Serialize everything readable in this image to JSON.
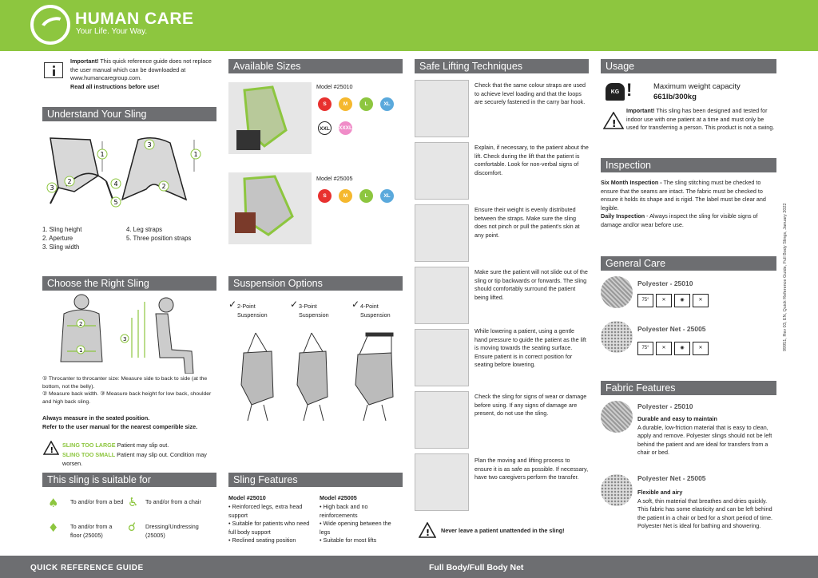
{
  "brand": {
    "name": "HUMAN CARE",
    "tagline": "Your Life. Your Way.",
    "color": "#8dc63f"
  },
  "important": {
    "lead": "Important!",
    "text": " This quick reference guide does not replace the user manual which can be downloaded at www.humancaregroup.com.",
    "bold": "Read all instructions before use!"
  },
  "sections": {
    "understand": "Understand Your Sling",
    "choose": "Choose the Right Sling",
    "suitable": "This sling is suitable for",
    "sizes": "Available Sizes",
    "suspension": "Suspension Options",
    "features": "Sling Features",
    "safe": "Safe Lifting Techniques",
    "usage": "Usage",
    "inspection": "Inspection",
    "general": "General Care",
    "fabric": "Fabric Features"
  },
  "understand": {
    "list_left": [
      "1. Sling height",
      "2. Aperture",
      "3. Sling width"
    ],
    "list_right": [
      "4. Leg straps",
      "5. Three position straps"
    ]
  },
  "choose": {
    "note1": "① Throcanter to throcanter size: Measure side to back to side (at the bottom, not the belly).",
    "note2": "② Measure back width. ③ Measure back height for low back, shoulder and high back sling.",
    "bold1": "Always measure in the seated position.",
    "bold2": "Refer to the user manual for the nearest comperible size.",
    "large_label": "SLING TOO LARGE",
    "large_text": "Patient may slip out.",
    "small_label": "SLING TOO SMALL",
    "small_text": "Patient may slip out. Condition may worsen."
  },
  "suitable": {
    "items": [
      "To and/or from a bed",
      "To and/or from a chair",
      "To and/or from a floor (25005)",
      "Dressing/Undressing (25005)"
    ]
  },
  "sizes": {
    "model1": "Model #25010",
    "model2": "Model #25005",
    "s": "S",
    "m": "M",
    "l": "L",
    "xl": "XL",
    "xxl": "XXL",
    "xxxl": "XXXL",
    "colors": {
      "s": "#e8312f",
      "m": "#f5b82e",
      "l": "#8dc63f",
      "xl": "#5aa9dc",
      "xxxl": "#f08cc8"
    }
  },
  "suspension": {
    "opt1": "2-Point Suspension",
    "opt2": "3-Point Suspension",
    "opt3": "4-Point Suspension"
  },
  "features": {
    "model1": "Model #25010",
    "m1": [
      "Reinforced legs, extra head support",
      "Suitable for patients who need full body support",
      "Reclined seating position"
    ],
    "model2": "Model #25005",
    "m2": [
      "High back and no reinforcements",
      "Wide opening between the legs",
      "Suitable for most lifts"
    ]
  },
  "safe": {
    "steps": [
      "Check that the same colour straps are used to achieve level loading and that the loops are securely fastened in the carry bar hook.",
      "Explain, if necessary, to the patient about the lift. Check during the lift that the patient is comfortable. Look for non-verbal signs of discomfort.",
      "Ensure their weight is evenly distributed between the straps. Make sure the sling does not pinch or pull the patient's skin at any point.",
      "Make sure the patient will not slide out of the sling or tip backwards or forwards. The sling should comfortably surround the patient being lifted.",
      "While lowering a patient, using a gentle hand pressure to guide the patient as the lift is moving towards the seating surface. Ensure patient is in correct position for seating before lowering.",
      "Check the sling for signs of wear or damage before using. If any signs of damage are present, do not use the sling.",
      "Plan the moving and lifting process to ensure it is as safe as possible. If necessary, have two caregivers perform the transfer."
    ],
    "warning": "Never leave a patient unattended in the sling!"
  },
  "usage": {
    "kg": "KG",
    "cap_title": "Maximum weight capacity",
    "cap_value": "661lb/300kg",
    "imp_lead": "Important!",
    "imp_text": " This sling has been designed and tested for indoor use with one patient at a time and must only be used for transferring a person. This product is not a swing."
  },
  "inspection": {
    "six_lead": "Six Month Inspection -",
    "six_text": " The sling stitching must be checked to ensure that the seams are intact. The fabric must be checked to ensure it holds its shape and is rigid. The label must be clear and legible.",
    "daily_lead": "Daily Inspection",
    "daily_text": " - Always inspect the sling for visible signs of damage and/or wear before use."
  },
  "general": {
    "poly": "Polyester - 25010",
    "net": "Polyester Net - 25005",
    "temp": "75°"
  },
  "fabric": {
    "poly_title": "Polyester - 25010",
    "poly_sub": "Durable and easy to maintain",
    "poly_text": "A durable, low-friction material that is easy to clean, apply and remove. Polyester slings should not be left behind the patient and are ideal for transfers from a chair or bed.",
    "net_title": "Polyester Net - 25005",
    "net_sub": "Flexible and airy",
    "net_text": "A soft, thin material that breathes and dries quickly. This fabric has some elasticity and can be left behind the patient in a chair or bed for a short period of time. Polyester Net is ideal for bathing and showering."
  },
  "side_text": "99951, Rev 03, EN, Quick Reference Guide, Full Body Slings, January 2022",
  "footer": {
    "left": "QUICK REFERENCE GUIDE",
    "center": "Full Body/Full Body Net"
  }
}
